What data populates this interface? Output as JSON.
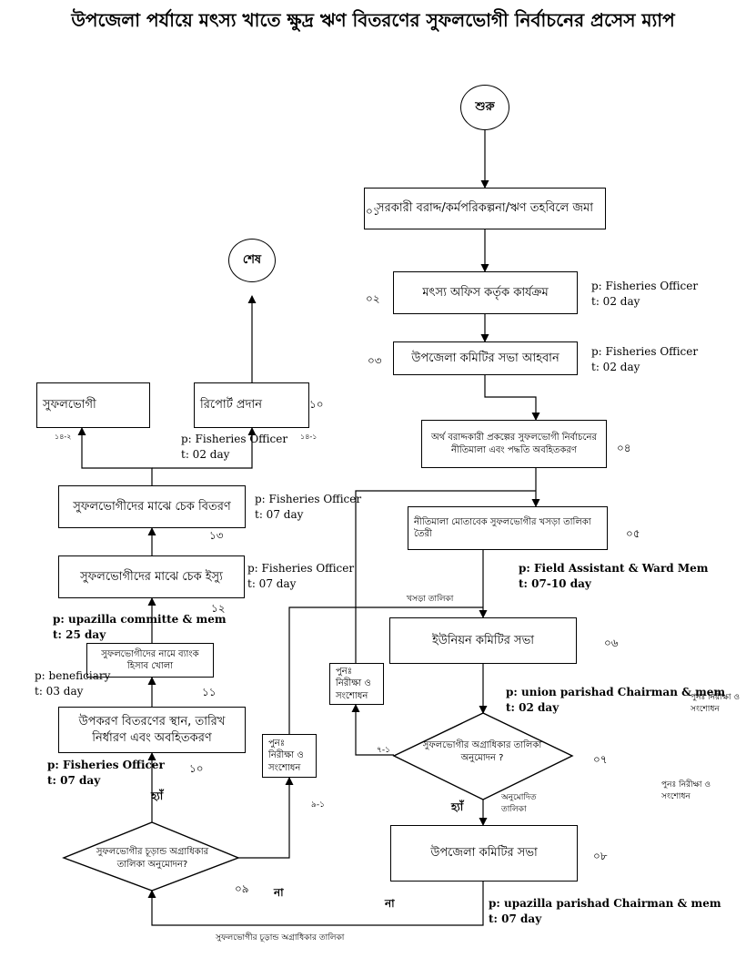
{
  "title": "উপজেলা পর্যায়ে মৎস্য খাতে ক্ষুদ্র ঋণ বিতরণের সুফলভোগী নির্বাচনের প্রসেস ম্যাপ",
  "nodes": {
    "start": "শুরু",
    "end": "শেষ",
    "s01": "সরকারী বরাদ্দ/কর্মপরিকল্পনা/ঋণ তহবিলে জমা",
    "s02": "মৎস্য অফিস কর্তৃক কার্যক্রম",
    "s03": "উপজেলা কমিটির সভা আহবান",
    "s04": "অর্থ বরাদ্দকারী প্রকল্পের সুফলভোগী নির্বাচনের নীতিমালা এবং পদ্ধতি অবহিতকরণ",
    "s05": "নীতিমালা মোতাবেক সুফলভোগীর খসড়া তালিকা তৈরী",
    "s06": "ইউনিয়ন কমিটির সভা",
    "s07": "সুফলভোগীর অগ্রাধিকার তালিকা অনুমোদন ?",
    "s08": "উপজেলা কমিটির সভা",
    "s09": "সুফলভোগীর চূড়ান্ড অগ্রাধিকার তালিকা অনুমোদন?",
    "s10": "উপকরণ বিতরণের স্থান, তারিখ নির্ধারণ এবং অবহিতকরণ",
    "s11": "সুফলভোগীদের নামে ব্যাংক হিসাব খোলা",
    "s12": "সুফলভোগীদের মাঝে চেক ইস্যু",
    "s13": "সুফলভোগীদের মাঝে চেক বিতরণ",
    "s14a": "রিপোর্ট প্রদান",
    "s14b": "সুফলভোগী",
    "recheck1": "পুনঃ নিরীক্ষা ও সংশোধন",
    "recheck2": "পুনঃ নিরীক্ষা ও সংশোধন"
  },
  "step_numbers": {
    "n01": "০১",
    "n02": "০২",
    "n03": "০৩",
    "n04": "০৪",
    "n05": "০৫",
    "n06": "০৬",
    "n07": "০৭",
    "n08": "০৮",
    "n09": "০৯",
    "n10": "১০",
    "n11": "১১",
    "n12": "১২",
    "n13": "১৩",
    "n10b": "১০",
    "n14_1": "১৪-১",
    "n14_2": "১৪-২",
    "n7_1": "৭-১",
    "n9_1": "৯-১"
  },
  "edge_labels": {
    "draft_list": "খসড়া তালিকা",
    "yes_8": "হ্যাঁ",
    "approved_list": "অনুমোদিত তালিকা",
    "yes_10": "হ্যাঁ",
    "no_9": "না",
    "no_8": "না",
    "final_list": "সুফলভোগীর চূড়ান্ড অগ্রাধিকার তালিকা",
    "recheck_right_a": "পুনঃ নিরীক্ষা ও সংশোধন",
    "recheck_right_b": "পুনঃ নিরীক্ষা ও সংশোধন"
  },
  "annotations": {
    "a02_p": "p: Fisheries Officer",
    "a02_t": "t: 02 day",
    "a03_p": "p: Fisheries Officer",
    "a03_t": "t: 02 day",
    "a05_p": "p: Field Assistant & Ward Mem",
    "a05_t": "t: 07-10 day",
    "a07_p": "p: union parishad Chairman & mem",
    "a07_t": "t: 02 day",
    "a08_p": "p: upazilla parishad Chairman & mem",
    "a08_t": "t: 07 day",
    "a10_p": "p: Fisheries Officer",
    "a10_t": "t: 07 day",
    "a11_p": "p: beneficiary",
    "a11_t": "t: 03 day",
    "a12_p": "p: upazilla committe & mem",
    "a12_t": "t: 25 day",
    "a12b_p": "p: Fisheries Officer",
    "a12b_t": "t: 07 day",
    "a13_p": "p: Fisheries Officer",
    "a13_t": "t: 07 day",
    "a14_p": "p: Fisheries Officer",
    "a14_t": "t: 02 day"
  }
}
